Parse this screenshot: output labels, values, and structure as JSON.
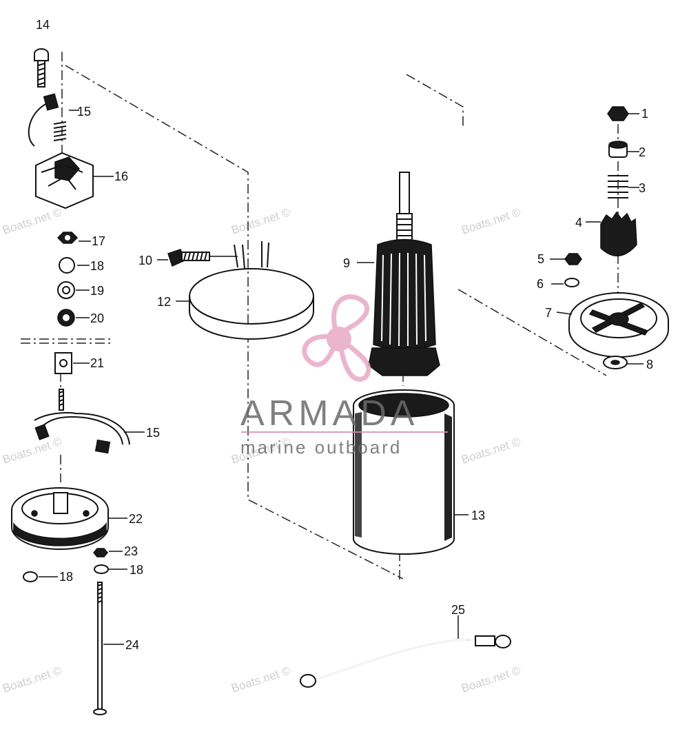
{
  "parts": [
    {
      "id": "1",
      "label": "1"
    },
    {
      "id": "2",
      "label": "2"
    },
    {
      "id": "3",
      "label": "3"
    },
    {
      "id": "4",
      "label": "4"
    },
    {
      "id": "5",
      "label": "5"
    },
    {
      "id": "6",
      "label": "6"
    },
    {
      "id": "7",
      "label": "7"
    },
    {
      "id": "8",
      "label": "8"
    },
    {
      "id": "9",
      "label": "9"
    },
    {
      "id": "10",
      "label": "10"
    },
    {
      "id": "12",
      "label": "12"
    },
    {
      "id": "13",
      "label": "13"
    },
    {
      "id": "14",
      "label": "14"
    },
    {
      "id": "15",
      "label": "15"
    },
    {
      "id": "16",
      "label": "16"
    },
    {
      "id": "17",
      "label": "17"
    },
    {
      "id": "18",
      "label": "18"
    },
    {
      "id": "19",
      "label": "19"
    },
    {
      "id": "20",
      "label": "20"
    },
    {
      "id": "21",
      "label": "21"
    },
    {
      "id": "22",
      "label": "22"
    },
    {
      "id": "23",
      "label": "23"
    },
    {
      "id": "24",
      "label": "24"
    },
    {
      "id": "25",
      "label": "25"
    }
  ],
  "watermark": {
    "site": "Boats.net ©",
    "brand_name": "ARMADA",
    "brand_tagline": "marine outboard",
    "brand_color": "#e8a9c6",
    "line_color": "#d98ab0"
  }
}
